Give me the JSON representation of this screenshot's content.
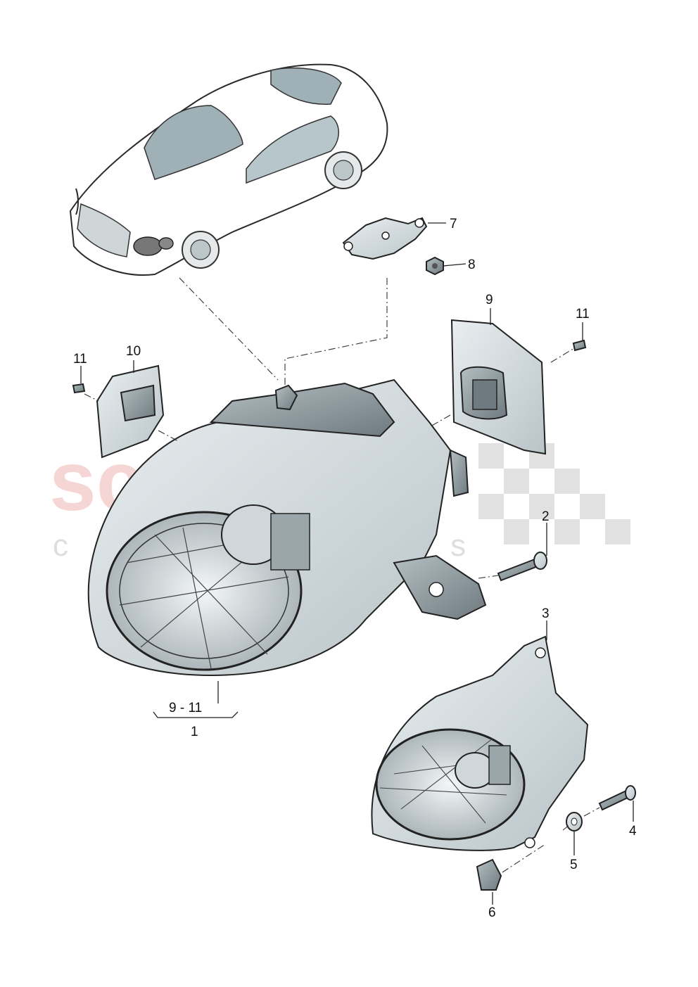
{
  "watermark": {
    "main": "scuderia",
    "sub": "car parts"
  },
  "callouts": {
    "c1": "1",
    "c2": "2",
    "c3": "3",
    "c4": "4",
    "c5": "5",
    "c6": "6",
    "c7": "7",
    "c8": "8",
    "c9": "9",
    "c10": "10",
    "c11a": "11",
    "c11b": "11",
    "range": "9 - 11"
  },
  "colors": {
    "part_fill": "#c9d3d6",
    "part_fill_dark": "#8f9ba0",
    "lens_fill": "#dfe6e8",
    "watermark": "#e88a8a",
    "checker": "#c4c4c4"
  }
}
